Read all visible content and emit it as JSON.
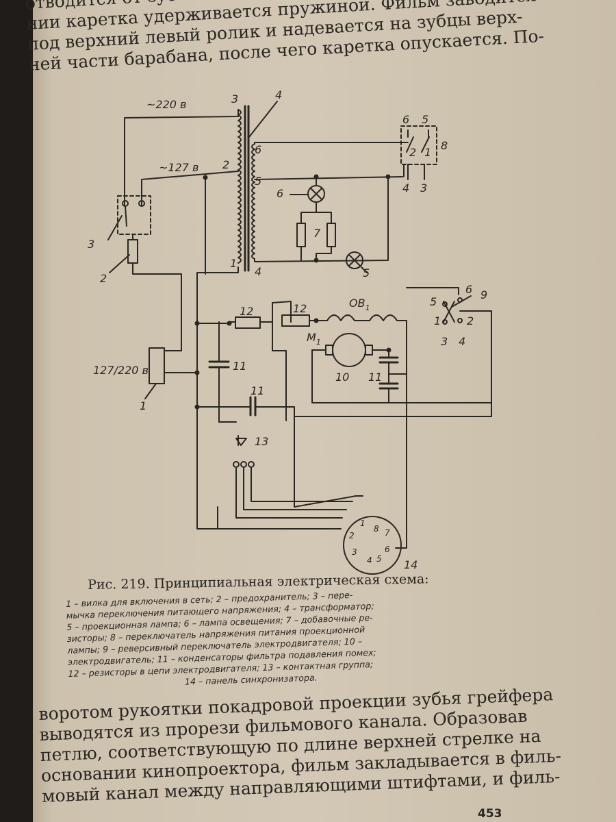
{
  "top_text": [
    "отводится от зубчатого барабана. В верхнем положе-",
    "нии каретка удерживается пружиной. Фильм заводится",
    "под верхний левый ролик и надевается на зубцы верх-",
    "ней части барабана, после чего каретка опускается. По-"
  ],
  "figure": {
    "labels": {
      "v220": "~220 в",
      "v127": "~127 в",
      "plug_rating": "127/220 в",
      "ov1": "ОВ",
      "ov1_sub": "1",
      "m1": "М",
      "m1_sub": "1",
      "n1": "1",
      "n2": "2",
      "n3": "3",
      "n4": "4",
      "n5": "5",
      "n6": "6",
      "n7": "7",
      "n8": "8",
      "n9": "9",
      "n10": "10",
      "n11": "11",
      "n12": "12",
      "n13": "13",
      "n14": "14"
    }
  },
  "caption": {
    "title": "Рис. 219. Принципиальная  электрическая схема:",
    "legend_lines": [
      "1 – вилка для включения в сеть; 2 – предохранитель; 3 – пере-",
      "мычка переключения питающего напряжения; 4 – трансформатор;",
      "5 – проекционная лампа; 6 – лампа освещения; 7 – добавочные ре-",
      "зисторы; 8 – переключатель напряжения питания проекционной",
      "лампы; 9 – реверсивный переключатель электродвигателя; 10 –",
      "электродвигатель; 11 – конденсаторы фильтра подавления помех;",
      "12 – резисторы в цепи электродвигателя; 13 – контактная группа;",
      "14 – панель синхронизатора."
    ]
  },
  "bottom_text": [
    "воротом рукоятки покадровой проекции зубья грейфера",
    "выводятся из прорези фильмового канала. Образовав",
    "петлю, соответствующую по длине верхней стрелке на",
    "основании кинопроектора, фильм закладывается в филь-",
    "мовый канал между направляющими штифтами, и филь-"
  ],
  "page_number": "453"
}
